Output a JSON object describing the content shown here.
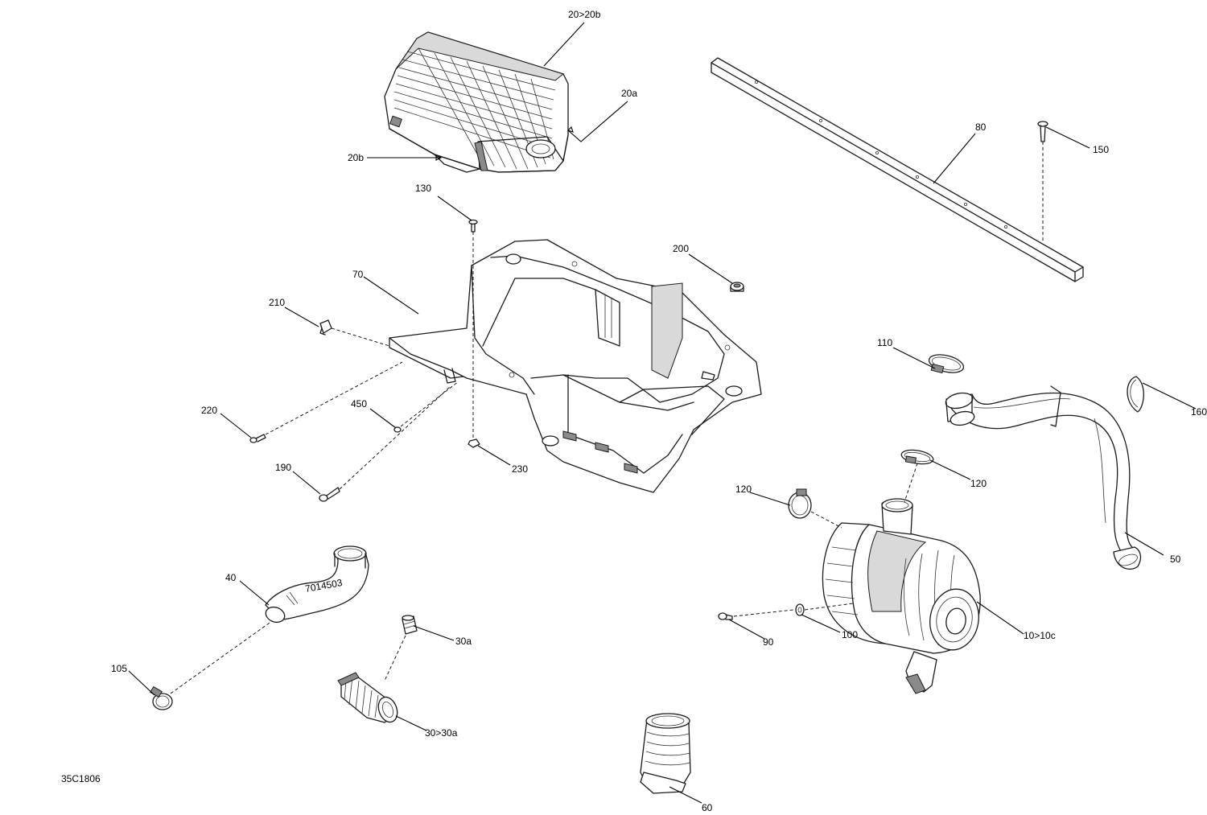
{
  "callouts": {
    "c20_20b": "20>20b",
    "c20a": "20a",
    "c20b": "20b",
    "c80": "80",
    "c150": "150",
    "c130": "130",
    "c200": "200",
    "c70": "70",
    "c210": "210",
    "c110": "110",
    "c160": "160",
    "c220": "220",
    "c450": "450",
    "c190": "190",
    "c230": "230",
    "c120_left": "120",
    "c120_right": "120",
    "c50": "50",
    "c40": "40",
    "c30a": "30a",
    "c105": "105",
    "c30_30a": "30>30a",
    "c90": "90",
    "c100": "100",
    "c10_10c": "10>10c",
    "c60": "60"
  },
  "figure_code": "35C1806",
  "part_stamp": "7014503"
}
